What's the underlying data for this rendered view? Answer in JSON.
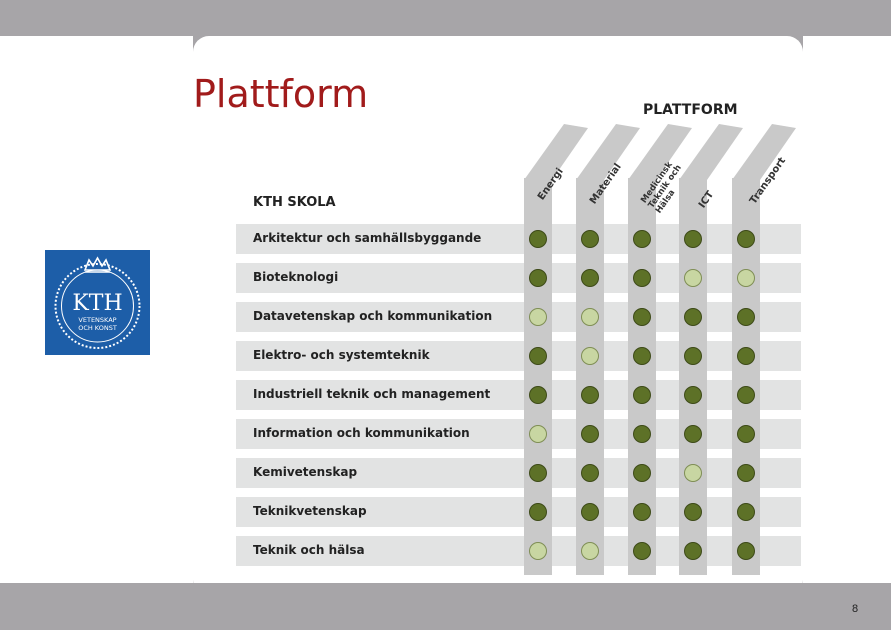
{
  "slide": {
    "title": "Plattform",
    "page_number": "8"
  },
  "logo": {
    "text_main": "KTH",
    "text_line1": "VETENSKAP",
    "text_line2": "OCH KONST",
    "background_color": "#1d5ea8"
  },
  "matrix": {
    "column_header": "PLATTFORM",
    "row_header": "KTH SKOLA",
    "columns": [
      "Energi",
      "Material",
      "Medicinsk Teknik och Hälsa",
      "ICT",
      "Transport"
    ],
    "rows": [
      {
        "label": "Arkitektur och samhällsbyggande",
        "levels": [
          "dark",
          "dark",
          "dark",
          "dark",
          "dark"
        ]
      },
      {
        "label": "Bioteknologi",
        "levels": [
          "dark",
          "dark",
          "dark",
          "light",
          "light"
        ]
      },
      {
        "label": "Datavetenskap och kommunikation",
        "levels": [
          "light",
          "light",
          "dark",
          "dark",
          "dark"
        ]
      },
      {
        "label": "Elektro- och systemteknik",
        "levels": [
          "dark",
          "light",
          "dark",
          "dark",
          "dark"
        ]
      },
      {
        "label": "Industriell teknik och management",
        "levels": [
          "dark",
          "dark",
          "dark",
          "dark",
          "dark"
        ]
      },
      {
        "label": "Information och kommunikation",
        "levels": [
          "light",
          "dark",
          "dark",
          "dark",
          "dark"
        ]
      },
      {
        "label": "Kemivetenskap",
        "levels": [
          "dark",
          "dark",
          "dark",
          "light",
          "dark"
        ]
      },
      {
        "label": "Teknikvetenskap",
        "levels": [
          "dark",
          "dark",
          "dark",
          "dark",
          "dark"
        ]
      },
      {
        "label": "Teknik och hälsa",
        "levels": [
          "light",
          "light",
          "dark",
          "dark",
          "dark"
        ]
      }
    ],
    "colors": {
      "dark": "#5d7127",
      "light": "#c8d6a2",
      "band": "#e2e3e3",
      "column": "#c9c9c9"
    }
  }
}
